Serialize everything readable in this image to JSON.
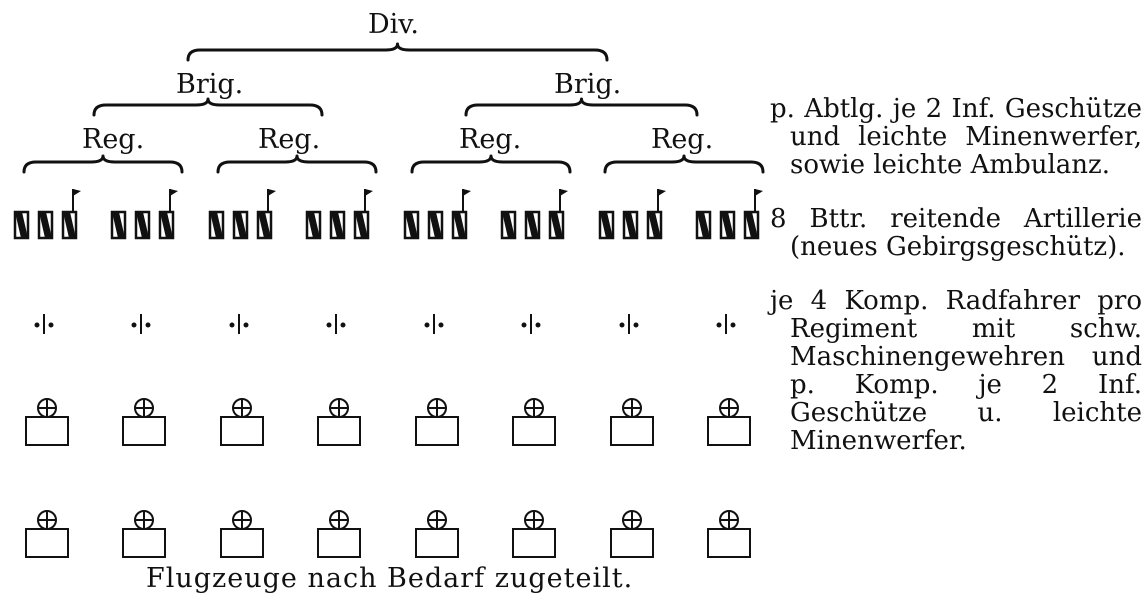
{
  "diagram": {
    "division_label": "Div.",
    "brigade_labels": [
      "Brig.",
      "Brig."
    ],
    "regiment_labels": [
      "Reg.",
      "Reg.",
      "Reg.",
      "Reg."
    ],
    "battalion_groups": 8,
    "units_per_group": 3,
    "artillery_count": 8,
    "bicycle_company_rows": 2,
    "bicycle_companies_per_row": 8
  },
  "notes": [
    "p. Abtlg. je 2 Inf. Geschütze und leichte Minenwerfer, sowie leichte Ambulanz.",
    "8 Bttr. reitende Artillerie (neues Gebirgsgeschütz).",
    "je 4 Komp. Radfahrer pro Regiment mit schw. Maschinengewehren und p. Komp. je 2 Inf. Geschütze u. leichte Minenwerfer."
  ],
  "caption": "Flugzeuge nach Bedarf zugeteilt."
}
